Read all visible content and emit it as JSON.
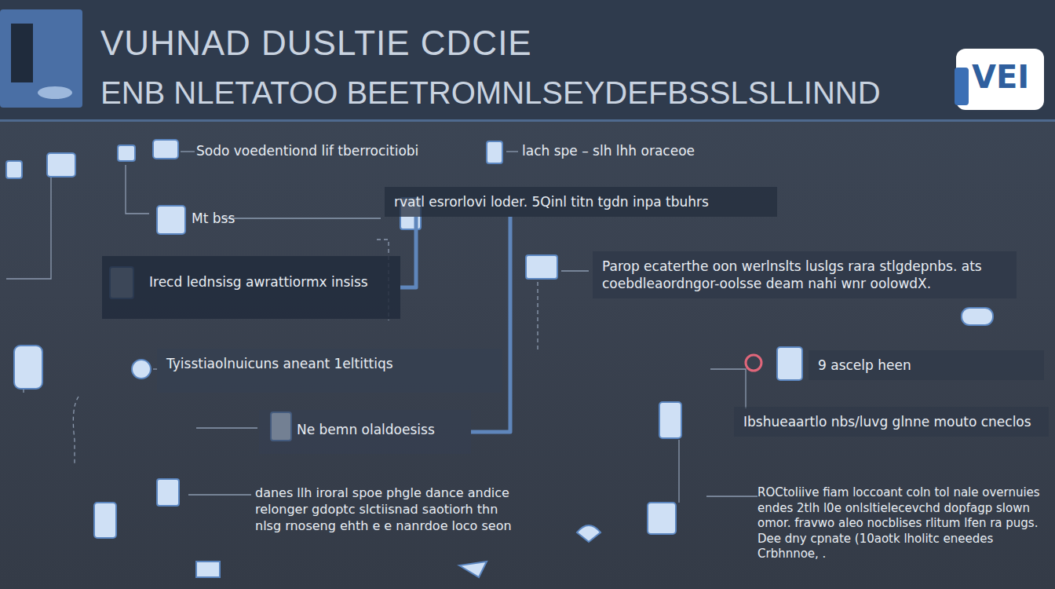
{
  "diagram": {
    "title": "VUHNAD DUSLTIE CDCIE",
    "nodes": [
      {
        "text": [
          "rvatl esrorlovi loder. 5Qinl titn tgdn inpa tbuhrs"
        ]
      },
      {
        "text": [
          "Parop ecaterthe oon werlnslts luslgs rara stlgdepnbs. ats coebdleaordngor-oolsse deam nahi wnr oolowdX."
        ]
      },
      {
        "text": [
          "Irecd lednsisg awrattiormx insiss"
        ]
      },
      {
        "text": [
          "9 ascelp heen"
        ]
      },
      {
        "text": [
          "Tyisstiaolnuicuns aneant 1eltittiqs"
        ]
      },
      {
        "text": [
          "Ibshueaartlo nbs/luvg glnne mouto cneclos"
        ]
      },
      {
        "text": [
          "Ne bemn olaldoesiss"
        ]
      }
    ],
    "edges": [
      {
        "from": 0,
        "to": 2,
        "arrow": "none"
      },
      {
        "from": 0,
        "to": 6,
        "arrow": "none"
      }
    ],
    "labels": [
      "ENB NLETATOO BEETROMNLSEYDEFBSSLSLLINND",
      "VEI",
      "Sodo voedentiond lif tberrocitiobi",
      "lach spe – slh lhh oraceoe",
      "Mt bss",
      "danes llh iroral spoe phgle dance andice relonger gdoptc slctiisnad saotiorh thn nlsg rnoseng ehth e e nanrdoe loco seon",
      "ROCtoliive fiam loccoant coln tol nale overnuies endes 2tlh l0e onlsltielecevchd dopfagp slown omor. fravwo aleo nocblises rlitum lfen ra pugs. Dee dny cpnate (10aotk lholitc eneedes Crbhnnoe, ."
    ]
  }
}
